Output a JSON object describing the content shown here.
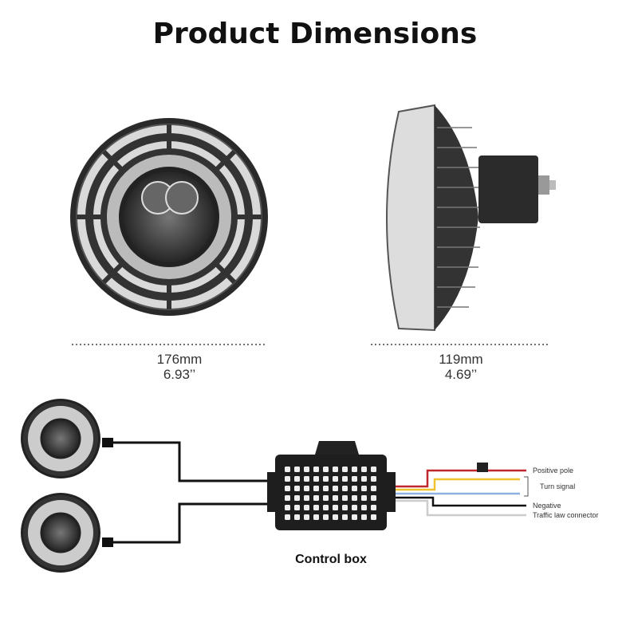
{
  "title": "Product Dimensions",
  "dimensions": {
    "diameter_mm": "176mm",
    "diameter_in": "6.93’’",
    "depth_mm": "119mm",
    "depth_in": "4.69’’"
  },
  "wiring": {
    "control_box_label": "Control box",
    "wires": [
      {
        "label": "Positive pole",
        "color": "#c0262c"
      },
      {
        "label": "Turn signal",
        "color": "#f2c12e"
      },
      {
        "label": "Negative",
        "color": "#111111"
      },
      {
        "label": "Traffic law connector",
        "color": "#cccccc"
      }
    ],
    "turn_signal_second_color": "#8fb0e0"
  }
}
